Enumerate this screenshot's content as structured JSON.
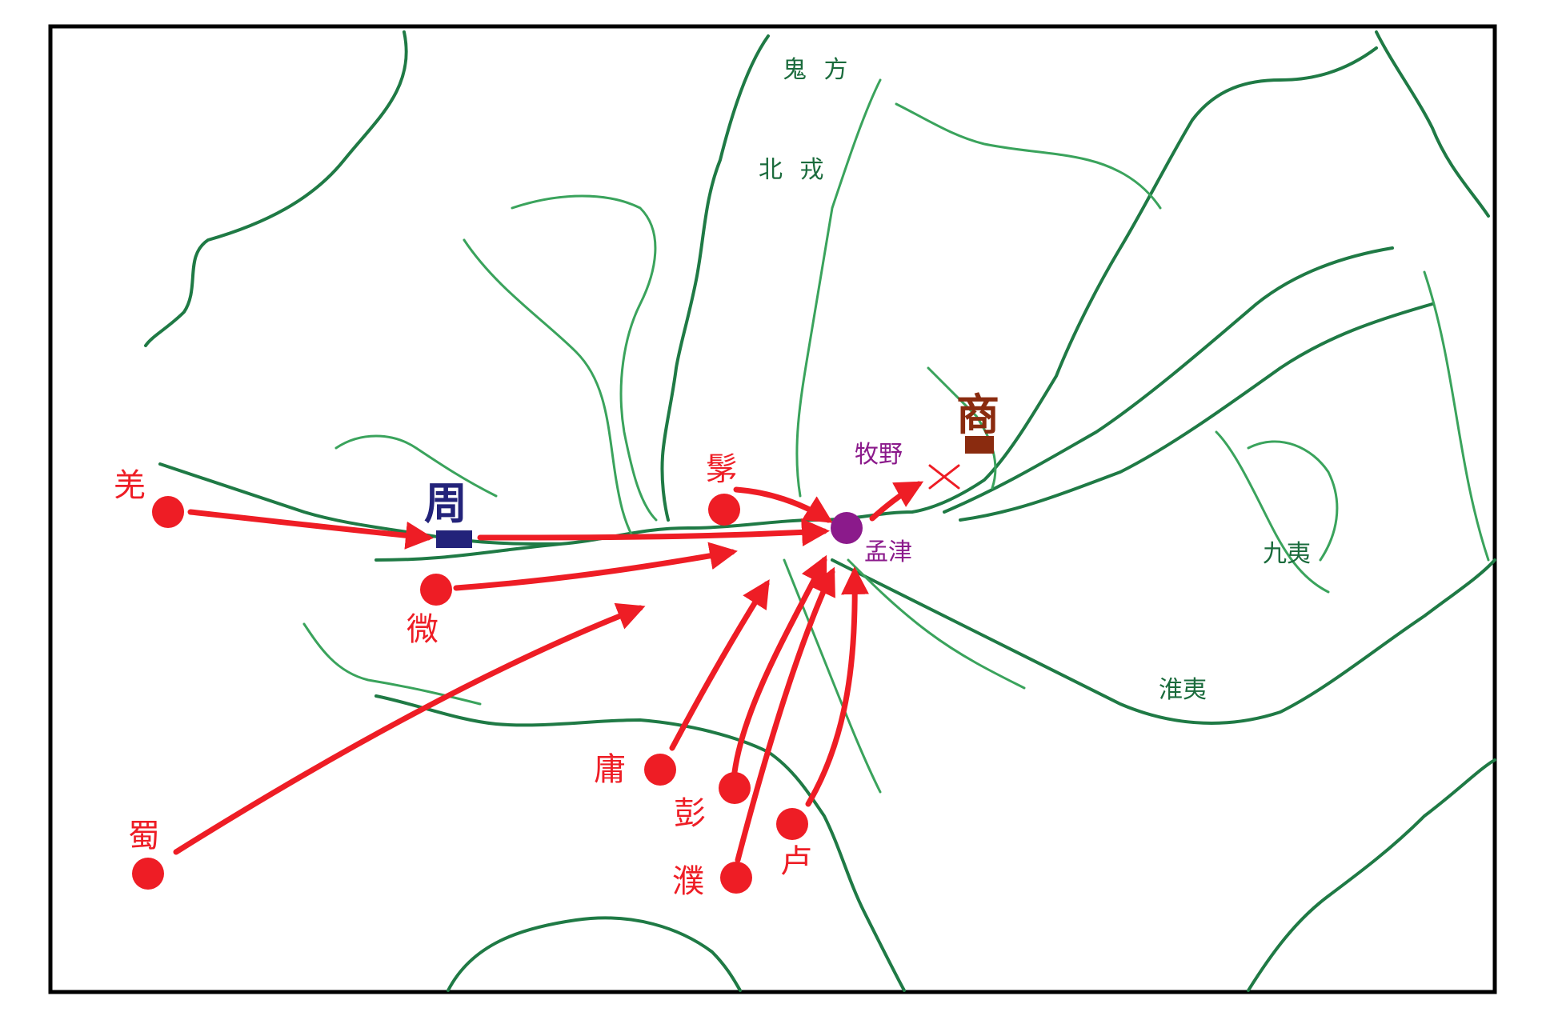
{
  "map": {
    "colors": {
      "river": "#1f7a45",
      "river_light": "#3aa35c",
      "border": "#000000",
      "arrow": "#ee1d25",
      "tribe_dot": "#ee1d25",
      "zhou": "#23237a",
      "shang": "#8a2b0f",
      "mengjin": "#8b1a8b",
      "region_label": "#1a6b3c"
    },
    "regions": {
      "guifang": "鬼 方",
      "beirong": "北 戎",
      "jiuyi": "九夷",
      "huaiyi": "淮夷"
    },
    "states": {
      "zhou": "周",
      "shang": "商"
    },
    "places": {
      "mengjin": "孟津",
      "muye": "牧野"
    },
    "battle_icon": "crossed-swords-icon",
    "tribes": {
      "qiang": "羌",
      "wei": "微",
      "shu": "蜀",
      "mao": "髳",
      "yong": "庸",
      "peng": "彭",
      "pu": "濮",
      "lu": "卢"
    }
  }
}
